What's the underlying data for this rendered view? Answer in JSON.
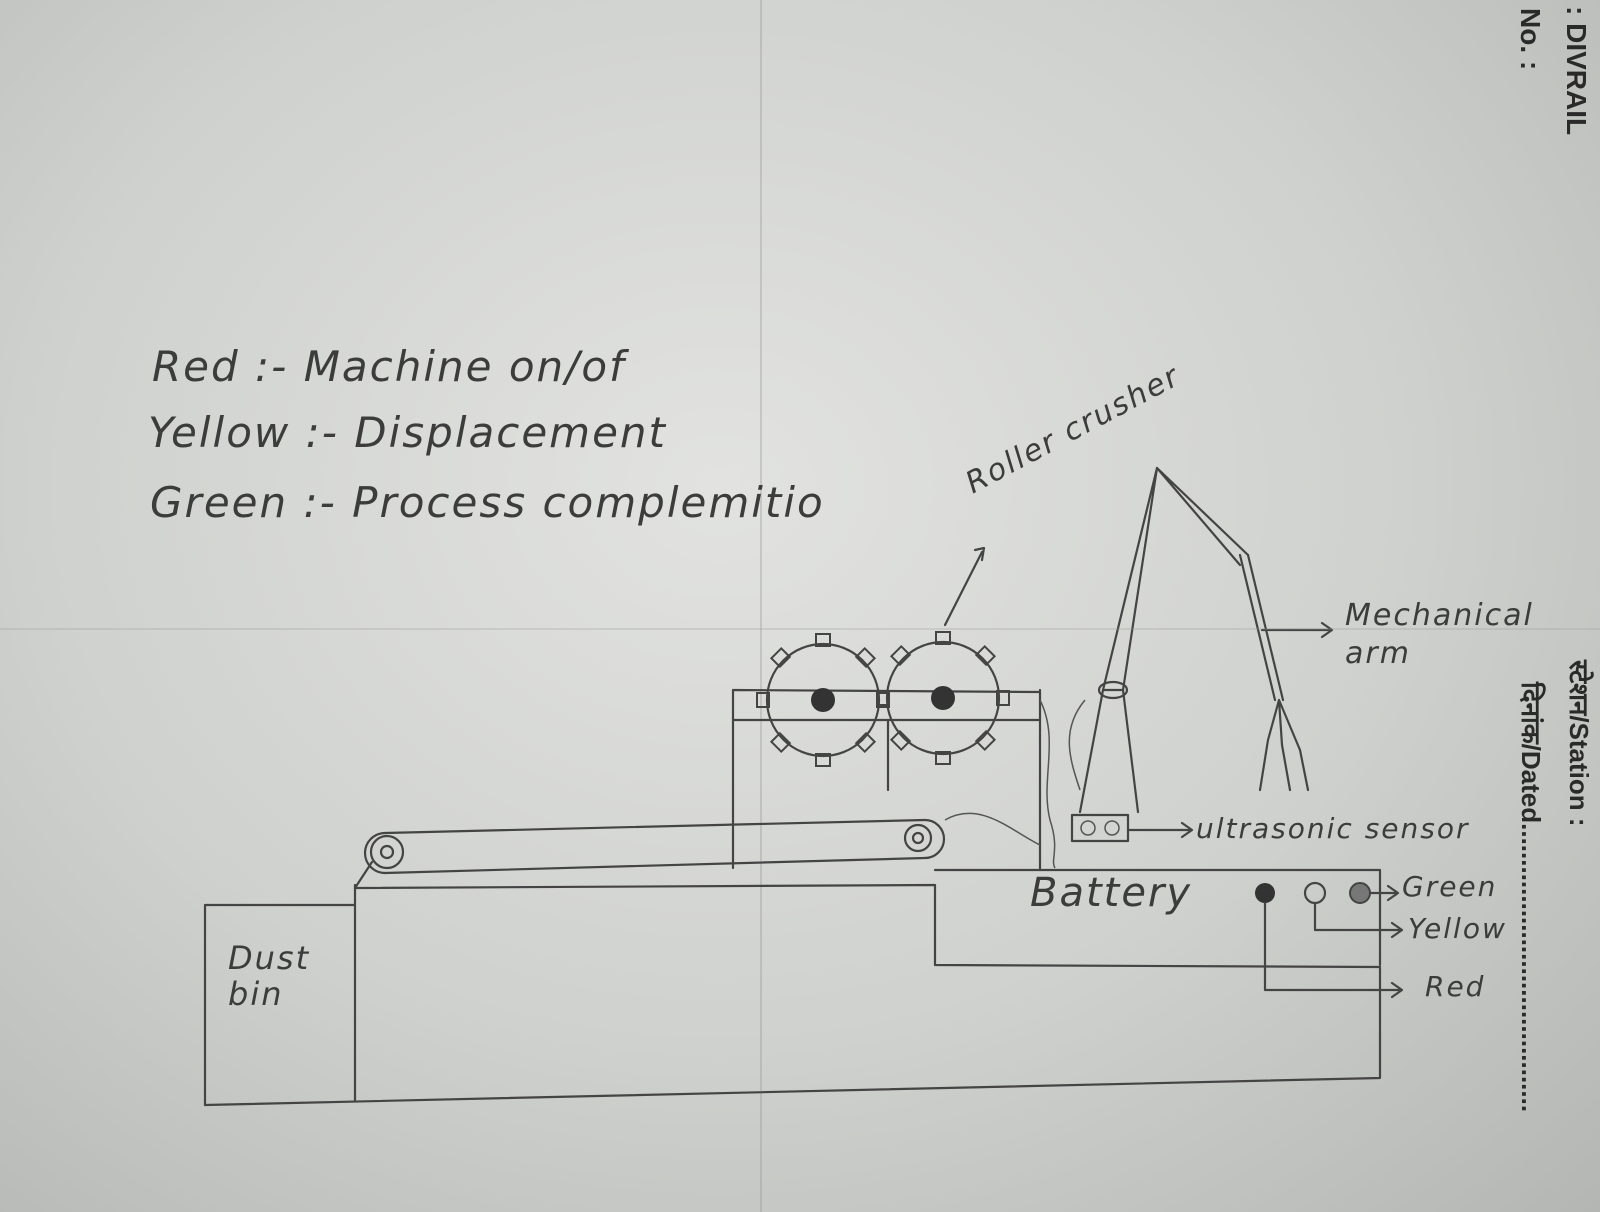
{
  "legend": {
    "red": "Red :- Machine on/of",
    "yellow": "Yellow :- Displacement",
    "green": "Green :- Process complemitio"
  },
  "labels": {
    "roller_crusher": "Roller crusher",
    "mechanical_arm": "Mechanical arm",
    "ultrasonic_sensor": "ultrasonic sensor",
    "battery": "Battery",
    "dust_bin": "Dust bin",
    "led_green": "Green",
    "led_yellow": "Yellow",
    "led_red": "Red"
  },
  "form_print": {
    "divrail": ": DIVRAIL",
    "no": "No. :",
    "station": "स्टेशन/Station :",
    "dated": "दिनांक/Dated........................................"
  }
}
